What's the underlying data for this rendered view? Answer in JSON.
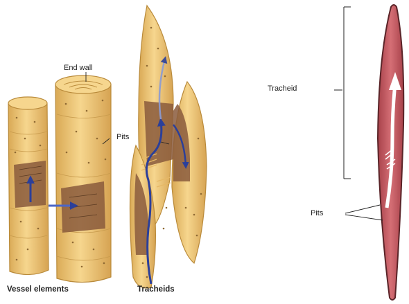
{
  "labels": {
    "end_wall": "End wall",
    "pits_left": "Pits",
    "vessel_elements": "Vessel elements",
    "tracheids": "Tracheids",
    "tracheid": "Tracheid",
    "pits_right": "Pits"
  },
  "colors": {
    "cell_fill": "#f0c978",
    "cell_outline": "#b98a3a",
    "cavity": "#8a5a3c",
    "flow_arrow": "#2b3f9a",
    "tracheid_fill": "#c0565e",
    "tracheid_outline": "#5a2428"
  }
}
